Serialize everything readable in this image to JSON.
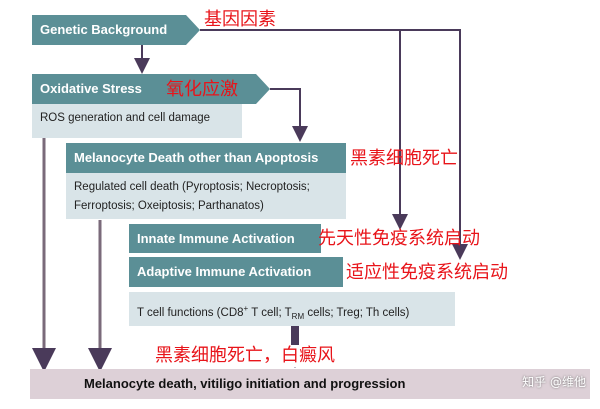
{
  "nodes": {
    "genetic": {
      "title": "Genetic Background",
      "cn": "基因因素"
    },
    "oxidative": {
      "title": "Oxidative Stress",
      "cn": "氧化应激",
      "desc": "ROS generation and cell damage"
    },
    "death": {
      "title": "Melanocyte Death other than Apoptosis",
      "cn": "黑素细胞死亡",
      "desc1": "Regulated cell death (Pyroptosis; Necroptosis;",
      "desc2": "Ferroptosis; Oxeiptosis; Parthanatos)"
    },
    "innate": {
      "title": "Innate Immune Activation",
      "cn": "先天性免疫系统启动"
    },
    "adaptive": {
      "title": "Adaptive Immune Activation",
      "cn": "适应性免疫系统启动"
    },
    "tcell": {
      "prefix": "T cell functions (CD8",
      "sup": "+",
      "mid": " T cell; T",
      "sub": "RM",
      "suffix": " cells; Treg; Th cells)"
    },
    "outcome": {
      "title": "Melanocyte death, vitiligo initiation and progression",
      "cn": "黑素细胞死亡，白癜风"
    }
  },
  "watermark": "知乎 @维他",
  "colors": {
    "header": "#5b8f96",
    "sub": "#d9e4e8",
    "bottom": "#ddd0d7",
    "cn_text": "#e8141a",
    "arrow": "#4a3a5a"
  }
}
